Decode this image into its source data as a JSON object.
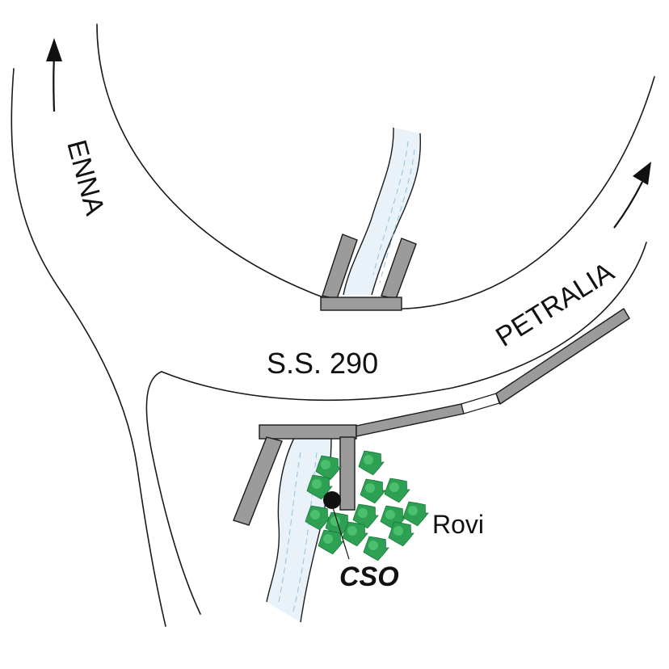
{
  "labels": {
    "enna": "ENNA",
    "petralia": "PETRALIA",
    "road": "S.S. 290",
    "vegetation": "Rovi",
    "point": "CSO"
  },
  "directions": {
    "enna_arrow": "north",
    "petralia_arrow": "north-east"
  },
  "colors": {
    "structure": "#9b9b9b",
    "vegetation": "#2ea053",
    "water": "#8fc2e0",
    "point": "#111111"
  }
}
